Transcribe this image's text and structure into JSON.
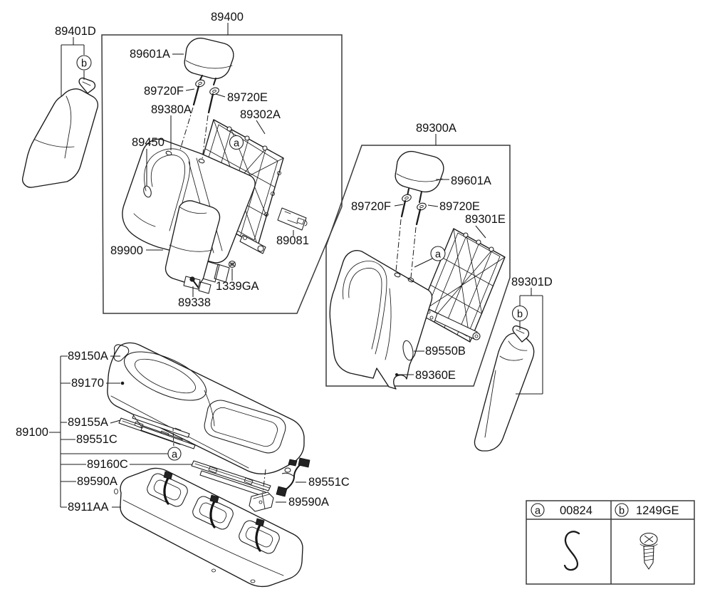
{
  "diagram_type": "exploded-parts-diagram",
  "colors": {
    "ink": "#1a1a1a",
    "background": "#ffffff"
  },
  "refs": {
    "a": "a",
    "b": "b"
  },
  "parts": {
    "89401D": "89401D",
    "89400": "89400",
    "89601A": "89601A",
    "89720F": "89720F",
    "89720E": "89720E",
    "89380A": "89380A",
    "89302A": "89302A",
    "89450": "89450",
    "89900": "89900",
    "89081": "89081",
    "1339GA": "1339GA",
    "89338": "89338",
    "89300A": "89300A",
    "89301E": "89301E",
    "89550B": "89550B",
    "89360E": "89360E",
    "89301D": "89301D",
    "89100": "89100",
    "89150A": "89150A",
    "89170": "89170",
    "89155A": "89155A",
    "89551C": "89551C",
    "89160C": "89160C",
    "89590A": "89590A",
    "8911AA": "8911AA"
  },
  "legend": {
    "rows": [
      {
        "ref": "a",
        "part": "00824",
        "icon": "hook-icon"
      },
      {
        "ref": "b",
        "part": "1249GE",
        "icon": "screw-icon"
      }
    ]
  }
}
